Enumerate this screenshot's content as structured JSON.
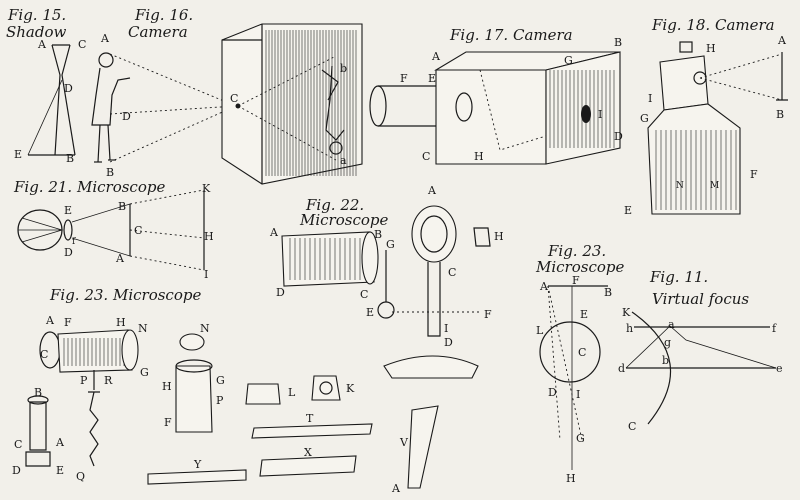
{
  "figures": {
    "fig15": {
      "title": "Fig. 15.",
      "subtitle": "Shadow"
    },
    "fig16": {
      "title": "Fig. 16.",
      "subtitle": "Camera"
    },
    "fig17": {
      "title": "Fig. 17. Camera"
    },
    "fig18": {
      "title": "Fig. 18. Camera"
    },
    "fig21": {
      "title": "Fig. 21. Microscope"
    },
    "fig22": {
      "title": "Fig. 22.",
      "subtitle": "Microscope"
    },
    "fig23a": {
      "title": "Fig. 23.",
      "subtitle": "Microscope"
    },
    "fig11": {
      "title": "Fig. 11.",
      "subtitle": "Virtual focus"
    },
    "fig23b": {
      "title": "Fig. 23. Microscope"
    }
  },
  "letters": {
    "A": "A",
    "B": "B",
    "C": "C",
    "D": "D",
    "E": "E",
    "F": "F",
    "G": "G",
    "H": "H",
    "I": "I",
    "K": "K",
    "L": "L",
    "M": "M",
    "N": "N",
    "P": "P",
    "Q": "Q",
    "R": "R",
    "T": "T",
    "V": "V",
    "X": "X",
    "Y": "Y",
    "a": "a",
    "b": "b",
    "d": "d",
    "e": "e",
    "f": "f",
    "g": "g",
    "h": "h"
  }
}
